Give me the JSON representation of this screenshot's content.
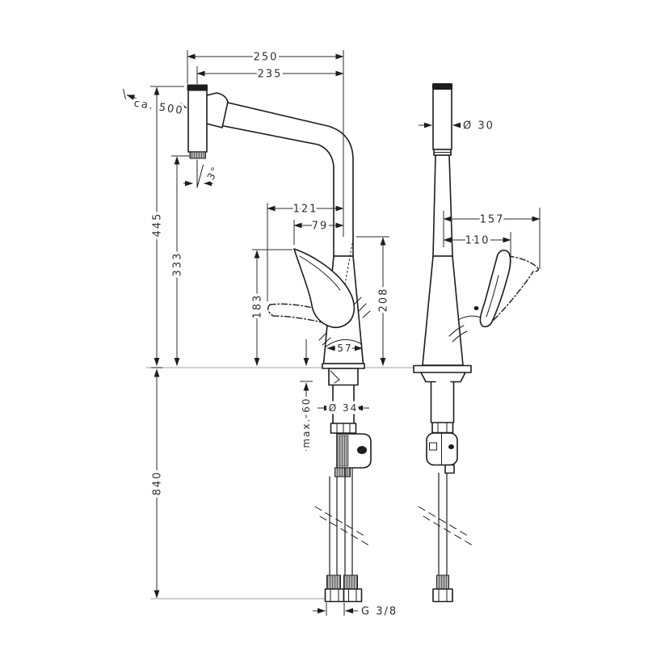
{
  "colors": {
    "background": "#ffffff",
    "line": "#1c1c1c",
    "dimension_text": "#2e2e2e",
    "reference_line": "#b3b3b3"
  },
  "drawing": {
    "kind": "kitchen-faucet-dimensioned-drawing",
    "views": [
      "side-view",
      "front-view"
    ]
  },
  "dims": {
    "pullout_hose_length": "ca. 500",
    "spout_reach_overall": "250",
    "spout_reach": "235",
    "spray_angle": "3°",
    "spout_height": "445",
    "aerator_height": "333",
    "handle_tip_height": "183",
    "handle_reach_open": "121",
    "handle_reach": "79",
    "base_diameter": "57",
    "joint_height": "208",
    "shank_diameter": "Ø 34",
    "max_deck_thickness": "max. 60",
    "hose_length_below": "840",
    "connection_thread": "G 3/8",
    "head_diameter": "Ø 30",
    "handle_swing_width": "157",
    "handle_width": "110"
  }
}
